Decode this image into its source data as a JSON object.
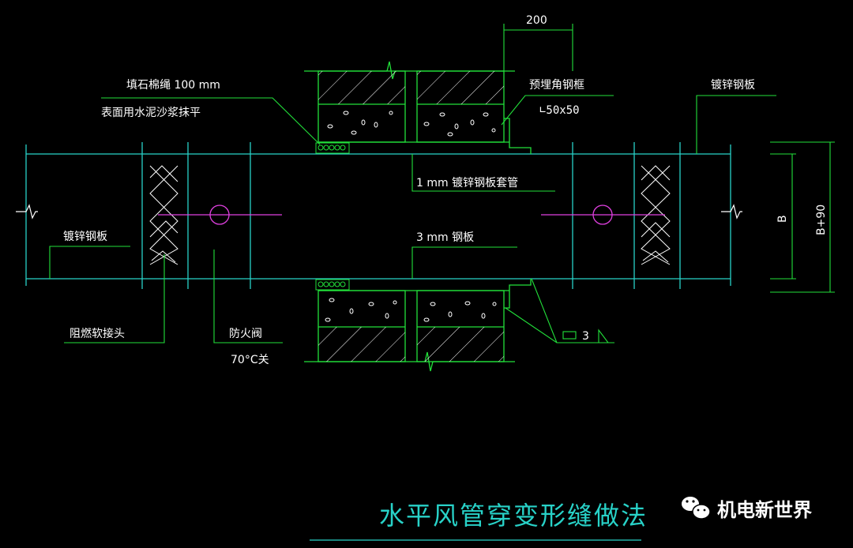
{
  "diagram": {
    "title": "水平风管穿变形缝做法",
    "dimension_top": "200",
    "labels": {
      "asbestos_rope": "填石棉绳  100 mm",
      "cement_finish": "表面用水泥沙浆抹平",
      "embedded_frame": "预埋角钢框",
      "angle_size": "∟50x50",
      "galv_plate_right": "镀锌钢板",
      "sleeve": "1 mm   镀锌钢板套管",
      "plate_3mm": "3 mm   钢板",
      "galv_plate_left": "镀锌钢板",
      "flex_joint": "阻燃软接头",
      "fire_damper": "防火阀",
      "fire_damper_temp": "70°C关",
      "weld_symbol": "3",
      "dim_b": "B",
      "dim_b90": "B+90"
    }
  },
  "watermark": {
    "brand": "机电新世界",
    "icon": "wechat-icon"
  },
  "colors": {
    "background": "#000000",
    "duct": "#28d2c8",
    "wall": "#22e03a",
    "text": "#ffffff",
    "centerline": "#e040e0",
    "hatch": "#ffffff"
  }
}
